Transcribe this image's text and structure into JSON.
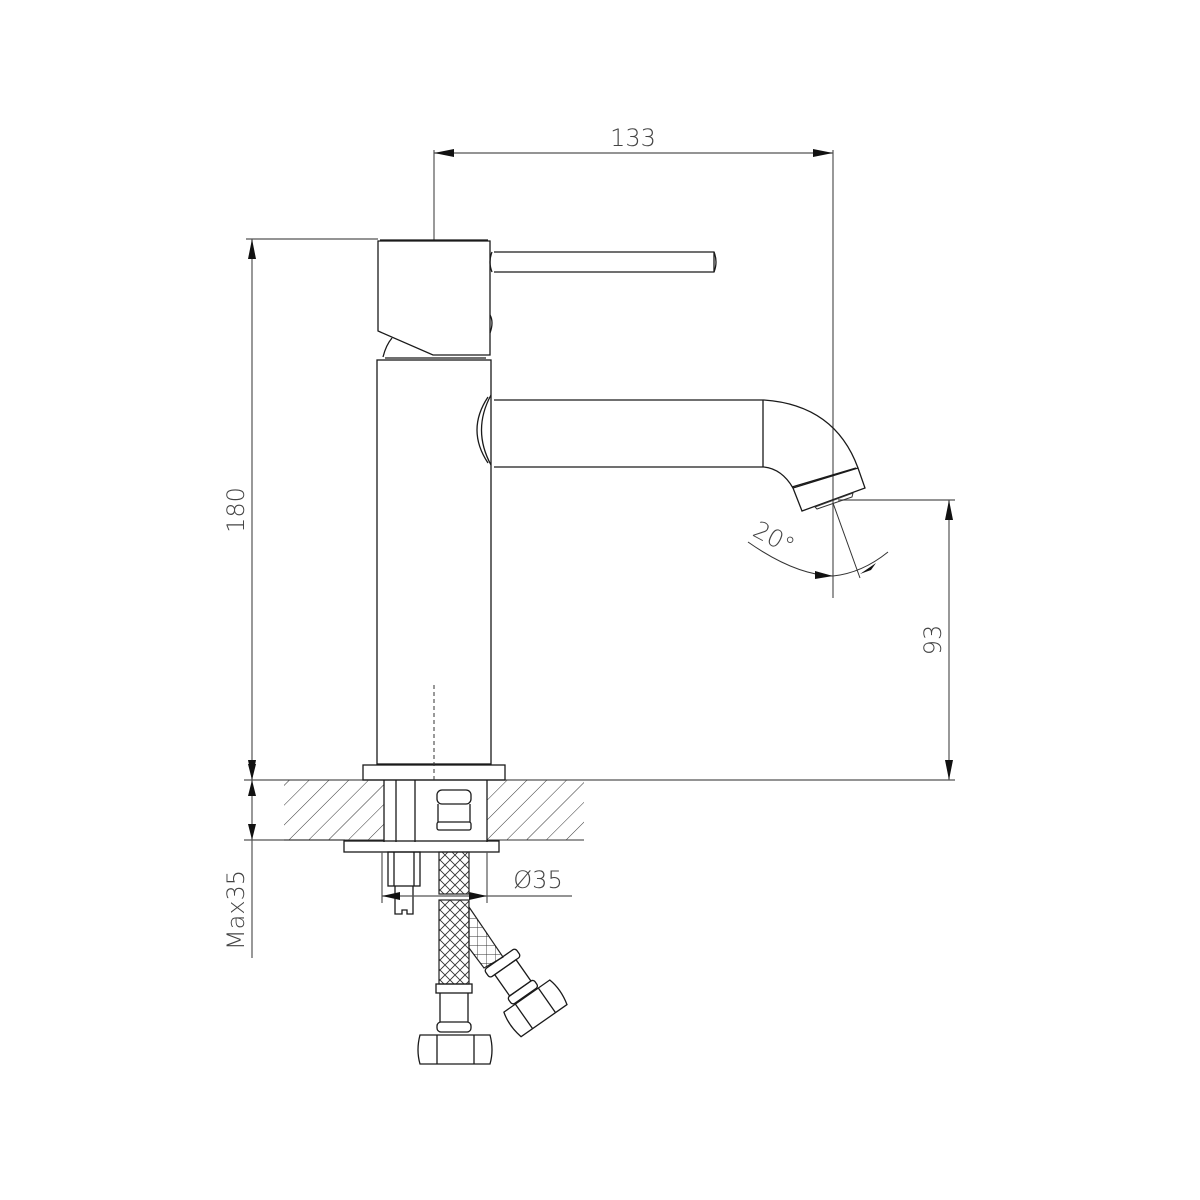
{
  "drawing": {
    "subject": "Single-lever basin mixer faucet side view",
    "dimensions": {
      "spout_reach": "133",
      "total_height": "180",
      "spout_outlet_height": "93",
      "spout_angle": "20°",
      "mount_hole_diameter": "Ø35",
      "max_deck_thickness": "Max35"
    }
  }
}
